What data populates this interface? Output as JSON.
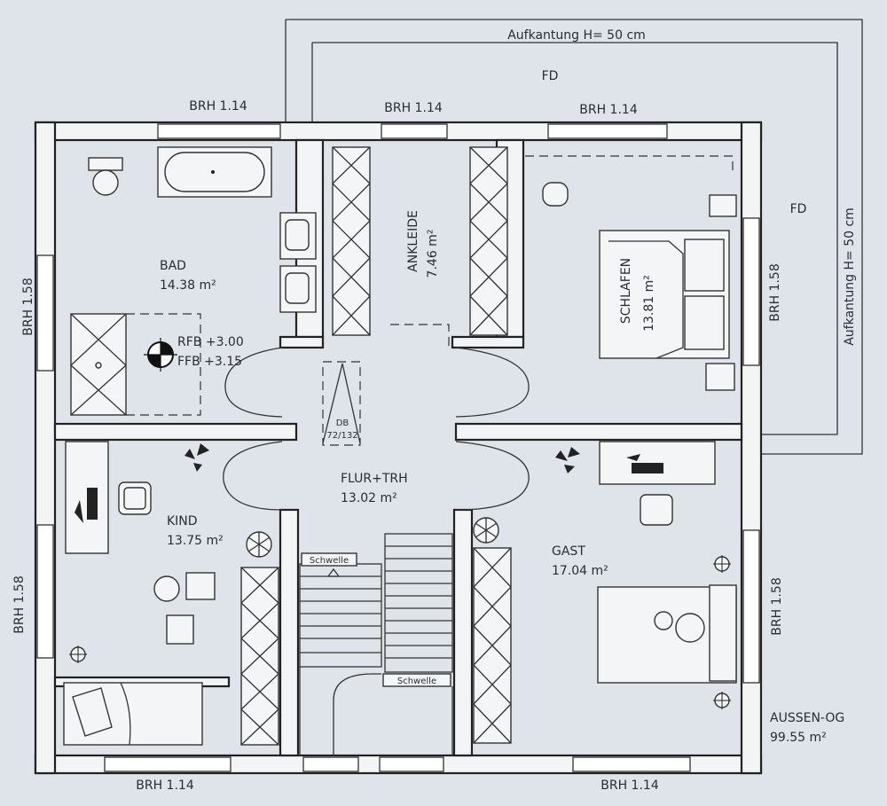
{
  "labels": {
    "brh_top_left": "BRH 1.14",
    "brh_top_mid": "BRH 1.14",
    "brh_top_right": "BRH 1.14",
    "brh_bottom_left": "BRH 1.14",
    "brh_bottom_right": "BRH 1.14",
    "brh_left_upper": "BRH 1.58",
    "brh_left_lower": "BRH 1.58",
    "brh_right_upper": "BRH 1.58",
    "brh_right_lower": "BRH 1.58",
    "aufkantung_top": "Aufkantung H= 50 cm",
    "aufkantung_right": "Aufkantung H= 50 cm",
    "fd_top": "FD",
    "fd_right": "FD",
    "schwelle_upper": "Schwelle",
    "schwelle_lower": "Schwelle",
    "rfb": "RFB +3.00",
    "ffb": "FFB +3.15",
    "db_line1": "DB",
    "db_line2": "72/132",
    "aussen_name": "AUSSEN-OG",
    "aussen_area": "99.55 m²"
  },
  "rooms": [
    {
      "name": "BAD",
      "area": "14.38 m²"
    },
    {
      "name": "ANKLEIDE",
      "area": "7.46 m²"
    },
    {
      "name": "SCHLAFEN",
      "area": "13.81 m²"
    },
    {
      "name": "FLUR+TRH",
      "area": "13.02 m²"
    },
    {
      "name": "KIND",
      "area": "13.75 m²"
    },
    {
      "name": "GAST",
      "area": "17.04 m²"
    }
  ]
}
